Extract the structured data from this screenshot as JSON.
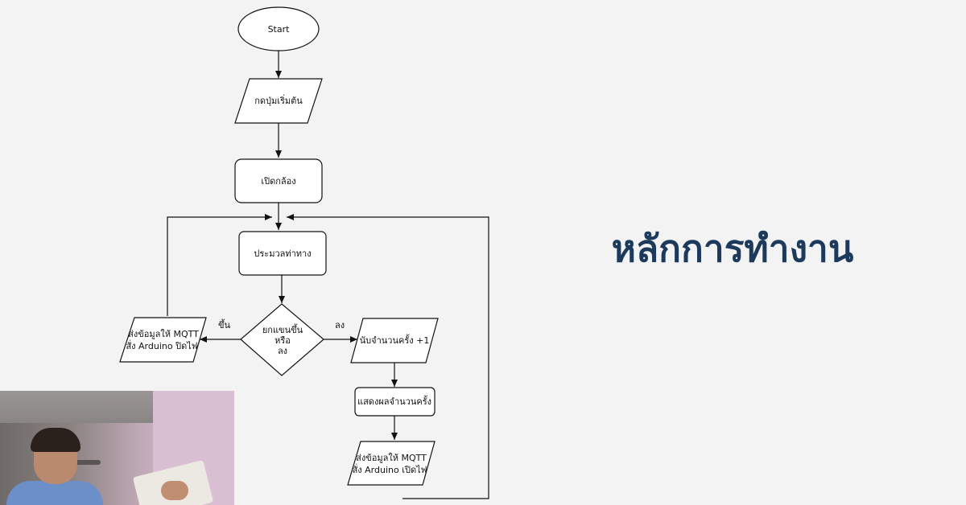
{
  "slide": {
    "title": "หลักการทำงาน"
  },
  "flowchart": {
    "nodes": {
      "start": "Start",
      "press_button": "กดปุ่มเริ่มต้น",
      "open_camera": "เปิดกล้อง",
      "process_pose": "ประมวลท่าทาง",
      "decision_line1": "ยกแขนขึ้น",
      "decision_line2": "หรือ",
      "decision_line3": "ลง",
      "send_off_line1": "ส่งข้อมูลให้ MQTT",
      "send_off_line2": "สั่ง Arduino ปิดไฟ",
      "count_plus": "นับจำนวนครั้ง +1",
      "show_count": "แสดงผลจำนวนครั้ง",
      "send_on_line1": "ส่งข้อมูลให้ MQTT",
      "send_on_line2": "สั่ง Arduino เปิดไฟ"
    },
    "edge_labels": {
      "up": "ขึ้น",
      "down": "ลง"
    }
  },
  "webcam": {
    "icon": "presenter-webcam-feed"
  }
}
